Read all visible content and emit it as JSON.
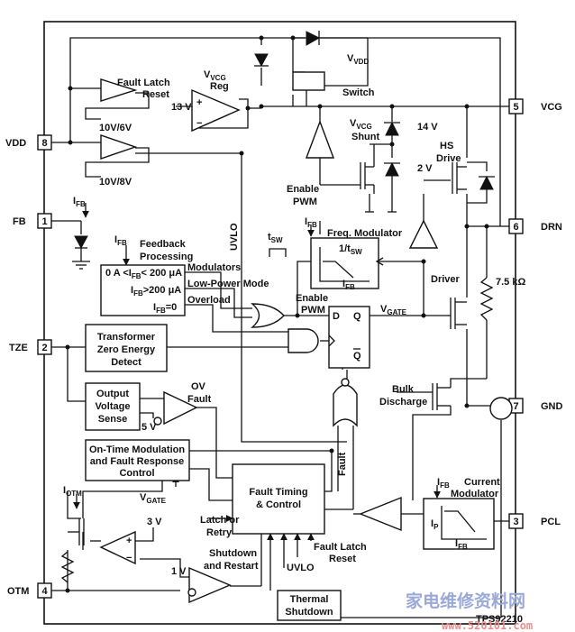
{
  "pins": {
    "vdd": {
      "name": "VDD",
      "number": "8"
    },
    "fb": {
      "name": "FB",
      "number": "1"
    },
    "tze": {
      "name": "TZE",
      "number": "2"
    },
    "otm": {
      "name": "OTM",
      "number": "4"
    },
    "vcg": {
      "name": "VCG",
      "number": "5"
    },
    "drn": {
      "name": "DRN",
      "number": "6"
    },
    "gnd": {
      "name": "GND",
      "number": "7"
    },
    "pcl": {
      "name": "PCL",
      "number": "3"
    }
  },
  "labels": {
    "fault_latch_reset_1": "Fault Latch",
    "fault_latch_reset_2": "Reset",
    "thr_10v6v": "10V/6V",
    "thr_10v8v": "10V/8V",
    "vvcg_reg_v": "V",
    "vvcg_reg_sub": "VCG",
    "vvcg_reg_word": "Reg",
    "v13": "13 V",
    "vvdd_v": "V",
    "vvdd_sub": "VDD",
    "vvdd_word": "Switch",
    "vvcg_shunt_v": "V",
    "vvcg_shunt_sub": "VCG",
    "vvcg_shunt_word": "Shunt",
    "v14": "14 V",
    "v2": "2 V",
    "hs_drive_1": "HS",
    "hs_drive_2": "Drive",
    "enable_pwm_top_1": "Enable",
    "enable_pwm_top_2": "PWM",
    "ifb_fb_i": "I",
    "ifb_fb_sub": "FB",
    "ifb_fp_i": "I",
    "ifb_fp_sub": "FB",
    "feedback_processing_1": "Feedback",
    "feedback_processing_2": "Processing",
    "fb_row1_a": "0 A <I",
    "fb_row1_sub": "FB",
    "fb_row1_b": "< 200 μA",
    "fb_row2_a": "I",
    "fb_row2_sub": "FB",
    "fb_row2_b": ">200 μA",
    "fb_row3_a": "I",
    "fb_row3_sub": "FB",
    "fb_row3_b": "=0",
    "modulators": "Modulators",
    "low_power_mode": "Low-Power Mode",
    "overload": "Overload",
    "uvlo_vertical": "UVLO",
    "tsw_t": "t",
    "tsw_sub": "SW",
    "ifb_freq_i": "I",
    "ifb_freq_sub": "FB",
    "freq_modulator": "Freq. Modulator",
    "one_over_tsw_a": "1/t",
    "one_over_tsw_sub": "SW",
    "ifb_freq_axis_i": "I",
    "ifb_freq_axis_sub": "FB",
    "enable_pwm_mid_1": "Enable",
    "enable_pwm_mid_2": "PWM",
    "vgate_mid_v": "V",
    "vgate_mid_sub": "GATE",
    "ff_d": "D",
    "ff_q": "Q",
    "ff_qbar": "Q",
    "driver": "Driver",
    "r_7k5": "7.5 kΩ",
    "tze_box_1": "Transformer",
    "tze_box_2": "Zero Energy",
    "tze_box_3": "Detect",
    "ovs_box_1": "Output",
    "ovs_box_2": "Voltage",
    "ovs_box_3": "Sense",
    "ov_fault_1": "OV",
    "ov_fault_2": "Fault",
    "v5": "5 V",
    "bulk_discharge_1": "Bulk",
    "bulk_discharge_2": "Discharge",
    "otm_box_1": "On-Time Modulation",
    "otm_box_2": "and Fault Response",
    "otm_box_3": "Control",
    "iotm_i": "I",
    "iotm_sub": "OTM",
    "vgate_low_v": "V",
    "vgate_low_sub": "GATE",
    "v3": "3 V",
    "latch_retry_1": "Latch or",
    "latch_retry_2": "Retry",
    "fault_timing_1": "Fault Timing",
    "fault_timing_2": "& Control",
    "fault_vertical": "Fault",
    "ifb_cm_i": "I",
    "ifb_cm_sub": "FB",
    "current_modulator_1": "Current",
    "current_modulator_2": "Modulator",
    "ip_i": "I",
    "ip_sub": "P",
    "ifb_cm_axis_i": "I",
    "ifb_cm_axis_sub": "FB",
    "v1": "1 V",
    "shutdown_restart_1": "Shutdown",
    "shutdown_restart_2": "and Restart",
    "uvlo_bottom": "UVLO",
    "fault_latch_reset_b1": "Fault Latch",
    "fault_latch_reset_b2": "Reset",
    "thermal_shutdown_1": "Thermal",
    "thermal_shutdown_2": "Shutdown",
    "part_number": "TPS92210"
  },
  "watermark": {
    "chinese": "家电维修资料网",
    "url": "www.520101.com"
  }
}
